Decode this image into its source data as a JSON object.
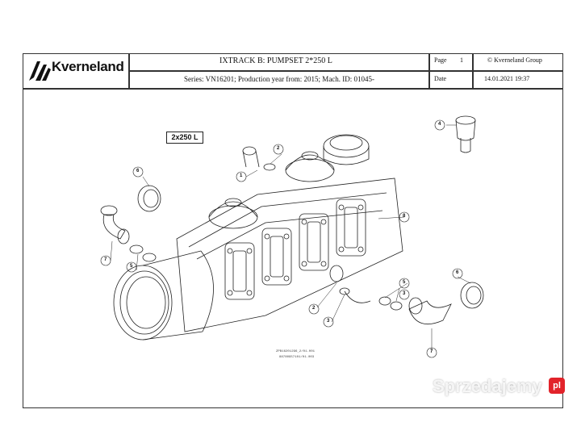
{
  "header": {
    "brand": "Kverneland",
    "title": "IXTRACK B: PUMPSET 2*250 L",
    "series": "Series: VN16201; Production year from: 2015; Mach. ID: 01045-",
    "page_label": "Page",
    "page_number": "1",
    "copyright": "© Kverneland Group",
    "date_label": "Date",
    "date_value": "14.01.2021  19:37"
  },
  "drawing": {
    "box_label": "2x250 L",
    "callouts": {
      "c1": "1",
      "c2": "2",
      "c3": "3",
      "c4": "4",
      "c5": "5",
      "c6": "6",
      "c7": "7",
      "c8": "8",
      "c2b": "2",
      "c3b": "3",
      "c5b": "5",
      "c6b": "6",
      "c7b": "7"
    },
    "part_code_1": "ZPB16201296_2/01.001",
    "part_code_2": "88780957101/01.003"
  },
  "watermark": {
    "text": "Sprzedajemy",
    "badge": "pl"
  }
}
